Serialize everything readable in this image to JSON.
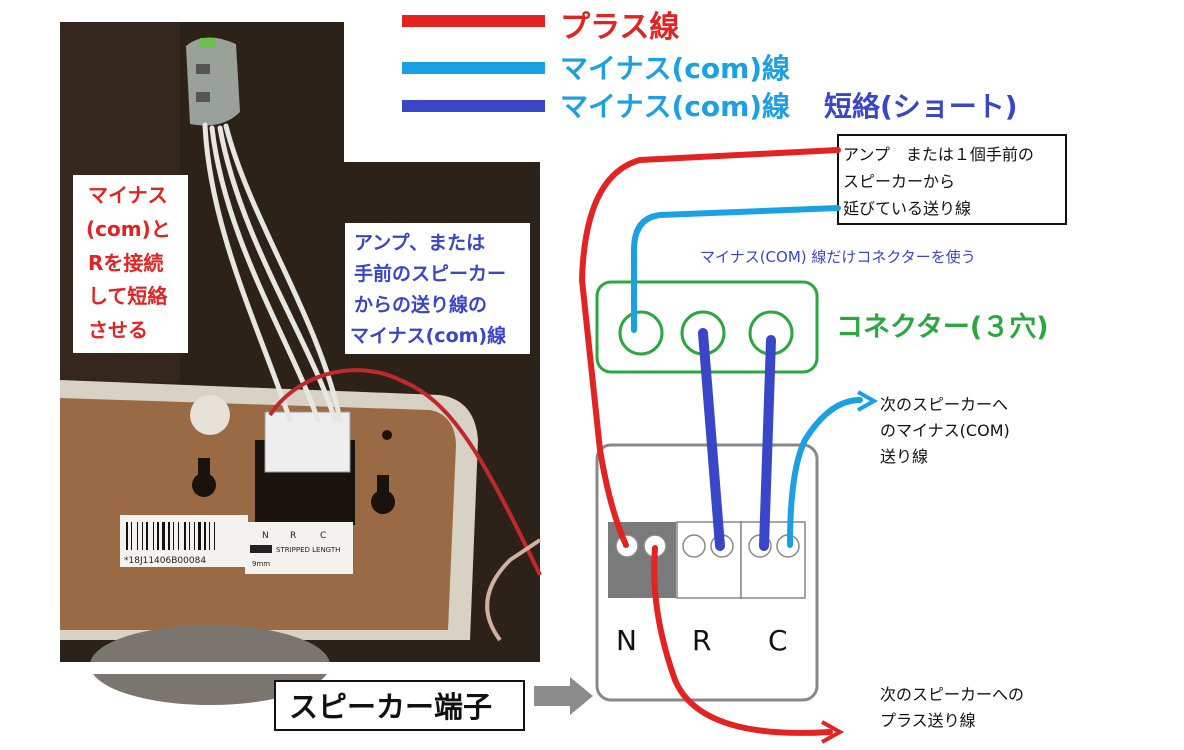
{
  "legend": {
    "plus_label": "プラス線",
    "minus_label": "マイナス(com)線",
    "short_label": "マイナス(com)線",
    "short_suffix": "短絡(ショート)",
    "colors": {
      "plus": "#e32222",
      "minus": "#1aa0e3",
      "short": "#3a46c8"
    }
  },
  "photo": {
    "left_note": [
      "マイナス",
      "(com)と",
      "Rを接続",
      "して短絡",
      "させる"
    ],
    "right_note": [
      "アンプ、または",
      "手前のスピーカー",
      "からの送り線の",
      "マイナス(com)線"
    ],
    "terminal_labels": [
      "N",
      "R",
      "C"
    ],
    "barcode_text": "*18J11406B00084",
    "stripped_length": "STRIPPED LENGTH",
    "strip_mm": "9mm"
  },
  "diagram": {
    "source_box": [
      "アンプ　または１個手前の",
      "スピーカーから",
      "延びている送り線"
    ],
    "connector_note": "マイナス(COM) 線だけコネクターを使う",
    "connector_label": "コネクター(３穴)",
    "next_minus_note": [
      "次のスピーカーへ",
      "のマイナス(COM)",
      "送り線"
    ],
    "terminal_labels": [
      "N",
      "R",
      "C"
    ],
    "speaker_terminal_label": "スピーカー端子",
    "next_plus_note": [
      "次のスピーカーへの",
      "プラス送り線"
    ]
  }
}
